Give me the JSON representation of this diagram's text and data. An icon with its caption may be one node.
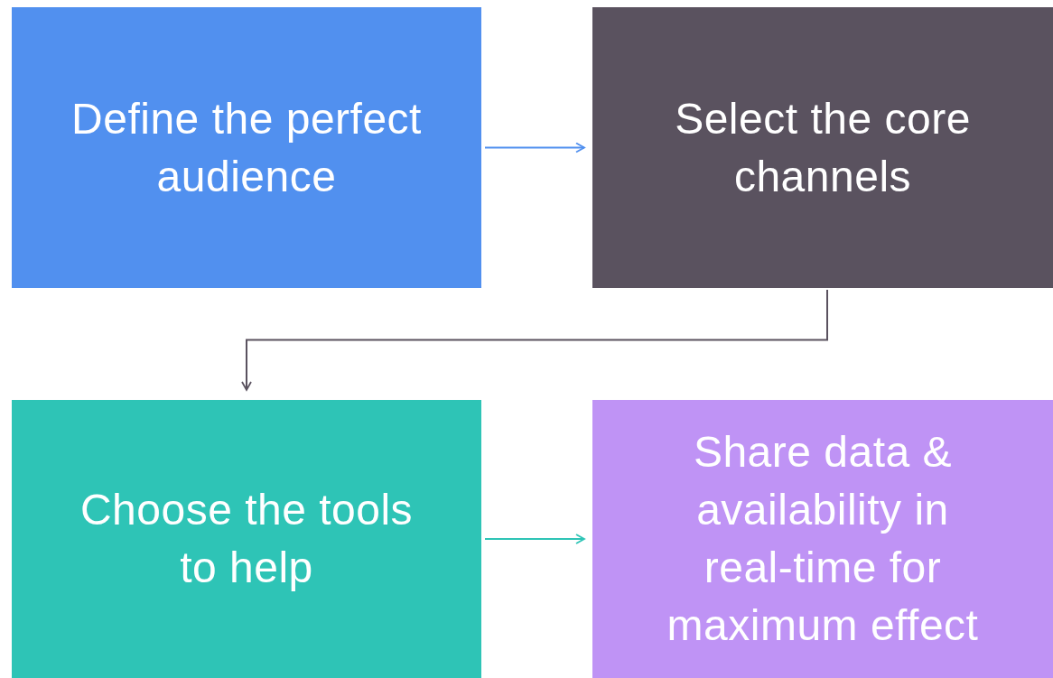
{
  "diagram": {
    "nodes": [
      {
        "text": [
          "Define the perfect audience"
        ]
      },
      {
        "text": [
          "Select the core channels"
        ]
      },
      {
        "text": [
          "Choose the tools to help"
        ]
      },
      {
        "text": [
          "Share data & availability in real-time for maximum effect"
        ]
      }
    ],
    "edges": [
      {
        "from": 0,
        "to": 1,
        "arrow": "to",
        "color": "#5190ef"
      },
      {
        "from": 1,
        "to": 2,
        "arrow": "to",
        "color": "#5a525f"
      },
      {
        "from": 2,
        "to": 3,
        "arrow": "to",
        "color": "#2ec4b6"
      }
    ]
  }
}
